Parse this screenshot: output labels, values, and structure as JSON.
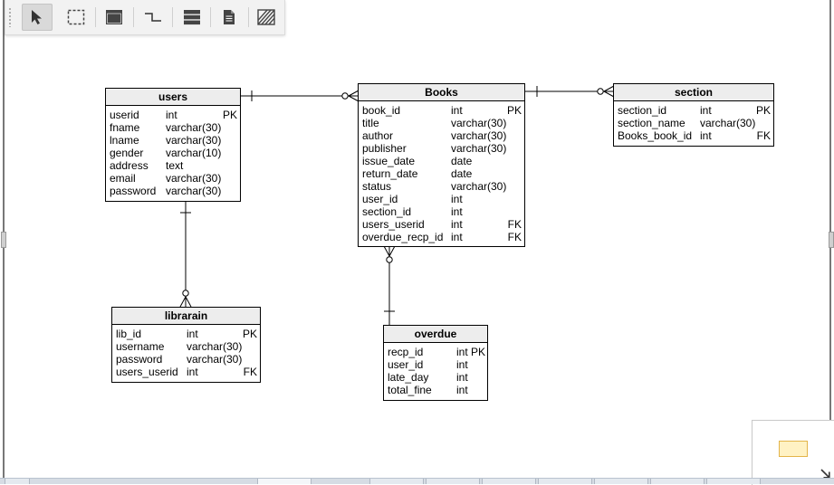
{
  "toolbar": {
    "tools": [
      {
        "name": "pointer"
      },
      {
        "name": "marquee-select"
      },
      {
        "name": "table"
      },
      {
        "name": "relation"
      },
      {
        "name": "rows"
      },
      {
        "name": "note"
      },
      {
        "name": "hatch-area"
      }
    ]
  },
  "entities": {
    "users": {
      "title": "users",
      "rows": [
        {
          "name": "userid",
          "type": "int",
          "key": "PK"
        },
        {
          "name": "fname",
          "type": "varchar(30)",
          "key": ""
        },
        {
          "name": "lname",
          "type": "varchar(30)",
          "key": ""
        },
        {
          "name": "gender",
          "type": "varchar(10)",
          "key": ""
        },
        {
          "name": "address",
          "type": "text",
          "key": ""
        },
        {
          "name": "email",
          "type": "varchar(30)",
          "key": ""
        },
        {
          "name": "password",
          "type": "varchar(30)",
          "key": ""
        }
      ]
    },
    "books": {
      "title": "Books",
      "rows": [
        {
          "name": "book_id",
          "type": "int",
          "key": "PK"
        },
        {
          "name": "title",
          "type": "varchar(30)",
          "key": ""
        },
        {
          "name": "author",
          "type": "varchar(30)",
          "key": ""
        },
        {
          "name": "publisher",
          "type": "varchar(30)",
          "key": ""
        },
        {
          "name": "issue_date",
          "type": "date",
          "key": ""
        },
        {
          "name": "return_date",
          "type": "date",
          "key": ""
        },
        {
          "name": "status",
          "type": "varchar(30)",
          "key": ""
        },
        {
          "name": "user_id",
          "type": "int",
          "key": ""
        },
        {
          "name": "section_id",
          "type": "int",
          "key": ""
        },
        {
          "name": "users_userid",
          "type": "int",
          "key": "FK"
        },
        {
          "name": "overdue_recp_id",
          "type": "int",
          "key": "FK"
        }
      ]
    },
    "section": {
      "title": "section",
      "rows": [
        {
          "name": "section_id",
          "type": "int",
          "key": "PK"
        },
        {
          "name": "section_name",
          "type": "varchar(30)",
          "key": ""
        },
        {
          "name": "Books_book_id",
          "type": "int",
          "key": "FK"
        }
      ]
    },
    "librarain": {
      "title": "librarain",
      "rows": [
        {
          "name": "lib_id",
          "type": "int",
          "key": "PK"
        },
        {
          "name": "username",
          "type": "varchar(30)",
          "key": ""
        },
        {
          "name": "password",
          "type": "varchar(30)",
          "key": ""
        },
        {
          "name": "users_userid",
          "type": "int",
          "key": "FK"
        }
      ]
    },
    "overdue": {
      "title": "overdue",
      "rows": [
        {
          "name": "recp_id",
          "type": "int PK",
          "key": ""
        },
        {
          "name": "user_id",
          "type": "int",
          "key": ""
        },
        {
          "name": "late_day",
          "type": "int",
          "key": ""
        },
        {
          "name": "total_fine",
          "type": "int",
          "key": ""
        }
      ]
    }
  },
  "relations": [
    {
      "from": "users",
      "to": "books",
      "from_end": "one",
      "to_end": "zero-or-many"
    },
    {
      "from": "books",
      "to": "section",
      "from_end": "one",
      "to_end": "zero-or-many"
    },
    {
      "from": "users",
      "to": "librarain",
      "from_end": "one",
      "to_end": "zero-or-many"
    },
    {
      "from": "overdue",
      "to": "books",
      "from_end": "one",
      "to_end": "zero-or-many"
    }
  ],
  "colors": {
    "header_bg": "#ededed",
    "border": "#000000",
    "selected_tool_bg": "#d9d9d9",
    "outline_highlight": "#fff2c4"
  }
}
